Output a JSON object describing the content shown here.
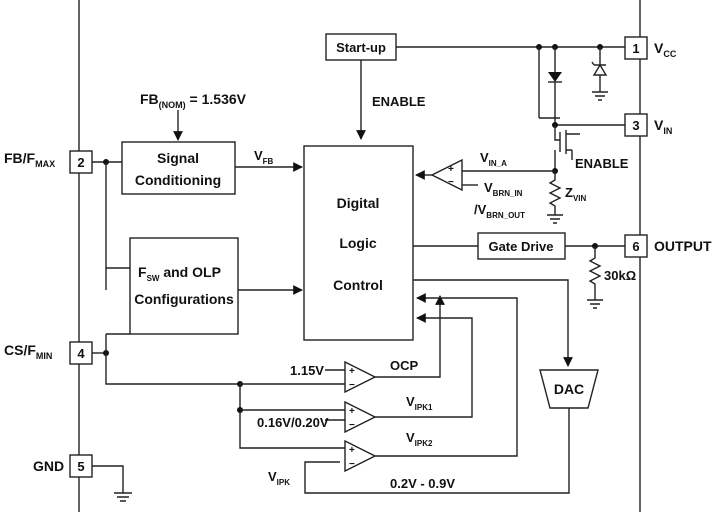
{
  "blocks": {
    "startup": "Start-up",
    "enable_top": "ENABLE",
    "fb_nom_main": "FB",
    "fb_nom_sub": "(NOM)",
    "fb_nom_val": " = 1.536V",
    "signal_1": "Signal",
    "signal_2": "Conditioning",
    "vfb_main": "V",
    "vfb_sub": "FB",
    "logic_1": "Digital",
    "logic_2": "Logic",
    "logic_3": "Control",
    "fsw_f": "F",
    "fsw_sub": "SW",
    "fsw_rest": " and OLP",
    "fsw_2": "Configurations",
    "gate_drive": "Gate Drive",
    "dac": "DAC",
    "enable_right": "ENABLE",
    "vin_a_main": "V",
    "vin_a_sub": "IN_A",
    "vbrn_in_main": "V",
    "vbrn_in_sub": "BRN_IN",
    "vbrn_out_pre": "/V",
    "vbrn_out_sub": "BRN_OUT",
    "zvin_main": "Z",
    "zvin_sub": "VIN",
    "r30k": "30kΩ",
    "v115": "1.15V",
    "ocp": "OCP",
    "v016": "0.16V/0.20V",
    "vipk1_main": "V",
    "vipk1_sub": "IPK1",
    "vipk2_main": "V",
    "vipk2_sub": "IPK2",
    "vipk_main": "V",
    "vipk_sub": "IPK",
    "range": "0.2V - 0.9V"
  },
  "pins": [
    {
      "num": "1",
      "name_main": "V",
      "name_sub": "CC"
    },
    {
      "num": "2",
      "name_main": "FB/F",
      "name_sub": "MAX"
    },
    {
      "num": "3",
      "name_main": "V",
      "name_sub": "IN"
    },
    {
      "num": "4",
      "name_main": "CS/F",
      "name_sub": "MIN"
    },
    {
      "num": "5",
      "name_main": "GND",
      "name_sub": ""
    },
    {
      "num": "6",
      "name_main": "OUTPUT",
      "name_sub": ""
    }
  ]
}
